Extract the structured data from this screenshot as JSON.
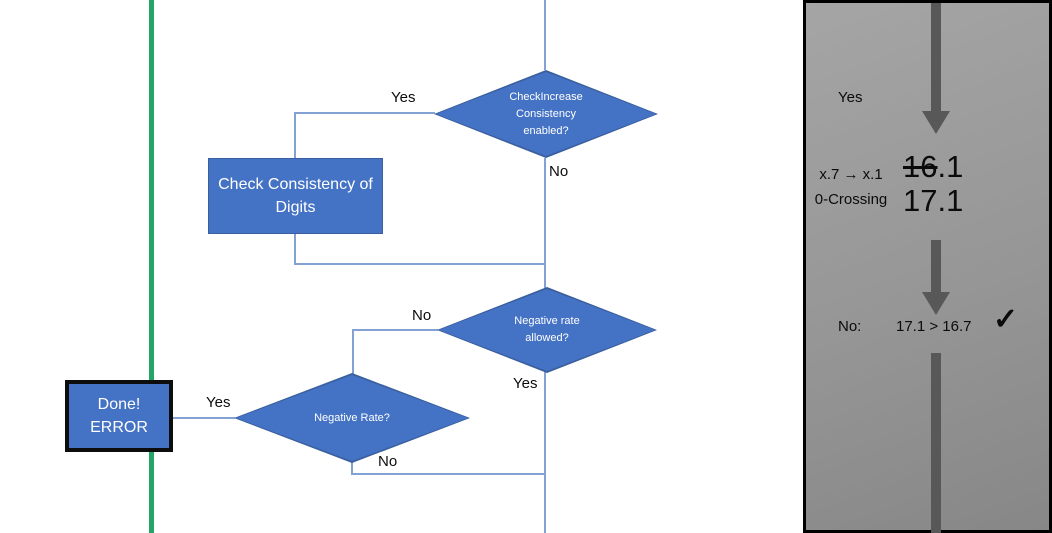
{
  "colors": {
    "shape_blue": "#4472C4",
    "shape_border": "#3A5F9E",
    "connector": "#84A1D3",
    "green": "#23A566",
    "arrow_gray": "#585858",
    "panel_border": "#000000"
  },
  "flowchart": {
    "decision_check_increase": {
      "label": "CheckIncrease Consistency enabled?",
      "yes_label": "Yes",
      "no_label": "No"
    },
    "process_check_consistency": {
      "label": "Check Consistency of Digits"
    },
    "decision_negative_allowed": {
      "label": "Negative rate allowed?",
      "no_label": "No",
      "yes_label": "Yes"
    },
    "decision_negative_rate": {
      "label": "Negative Rate?",
      "yes_label": "Yes",
      "no_label": "No"
    },
    "terminator_done_error": {
      "text": "Done!\nERROR"
    }
  },
  "side_panel": {
    "yes_label": "Yes",
    "rule_line1": "x.7 → x.1",
    "rule_line2": "0-Crossing",
    "old_value_struck": "16",
    "old_value_rest": ".1",
    "new_value": "17.1",
    "result_label": "No:",
    "comparison": "17.1 > 16.7",
    "check_icon": "✓"
  }
}
